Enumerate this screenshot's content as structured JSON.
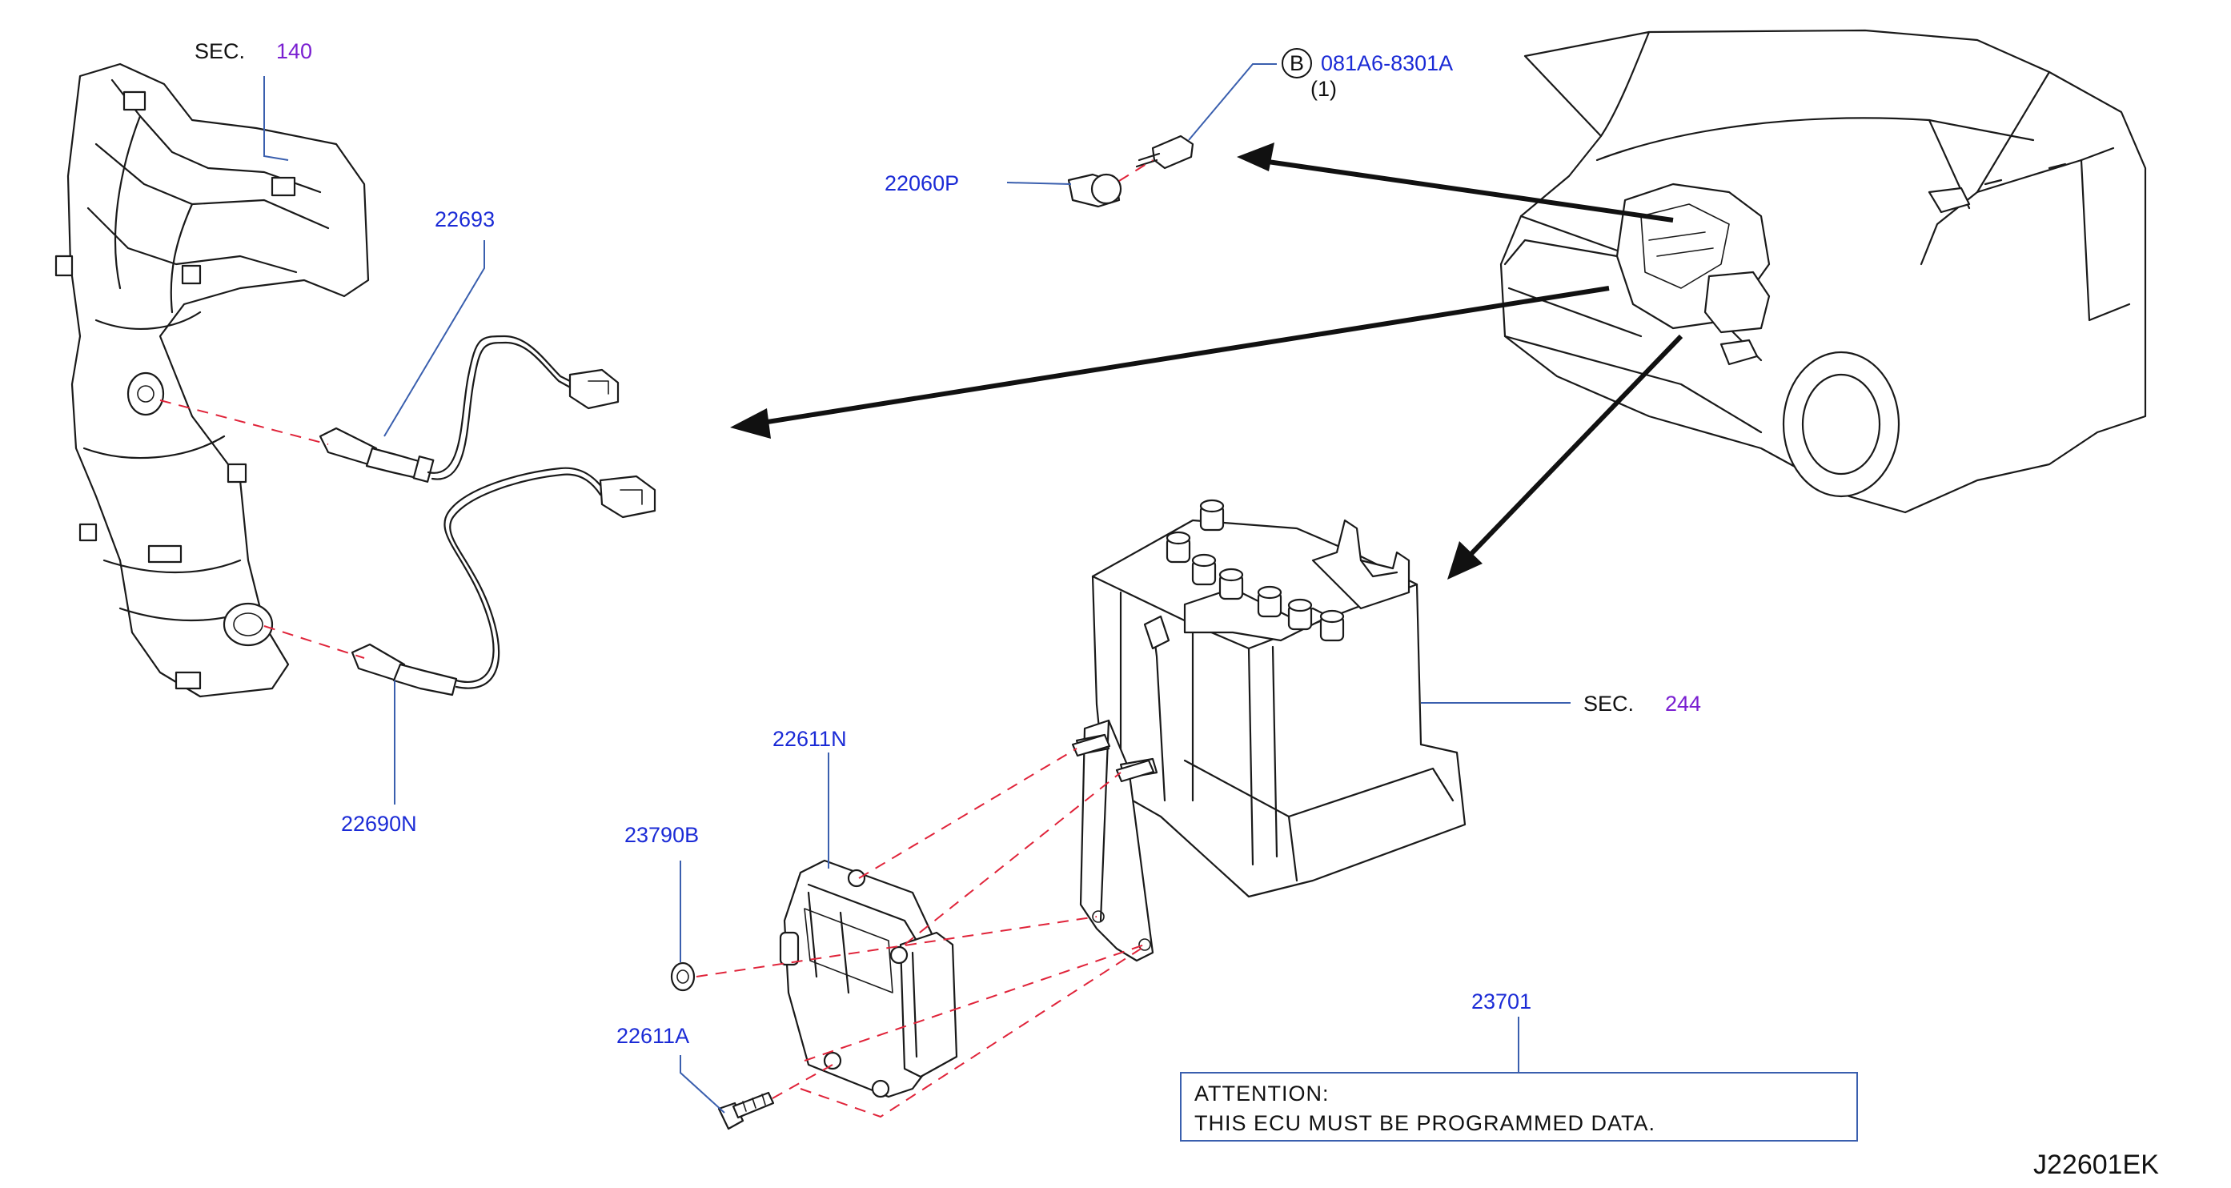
{
  "labels": {
    "sec_140_prefix": "SEC.",
    "sec_140_num": "140",
    "p_22693": "22693",
    "p_22690N": "22690N",
    "p_22060P": "22060P",
    "bolt_circle": "B",
    "bolt_part": "081A6-8301A",
    "bolt_qty": "(1)",
    "p_22611N": "22611N",
    "p_23790B": "23790B",
    "p_22611A": "22611A",
    "sec_244_prefix": "SEC.",
    "sec_244_num": "244",
    "p_23701": "23701",
    "attention_title": "ATTENTION:",
    "attention_body": "THIS  ECU  MUST  BE  PROGRAMMED  DATA.",
    "diagram_code": "J22601EK"
  },
  "colors": {
    "part_number": "#1b2bd6",
    "section_number": "#7a1fd1",
    "mating_line": "#e0243a",
    "leader_line": "#3a5fae",
    "line_art": "#1a1a1a"
  }
}
